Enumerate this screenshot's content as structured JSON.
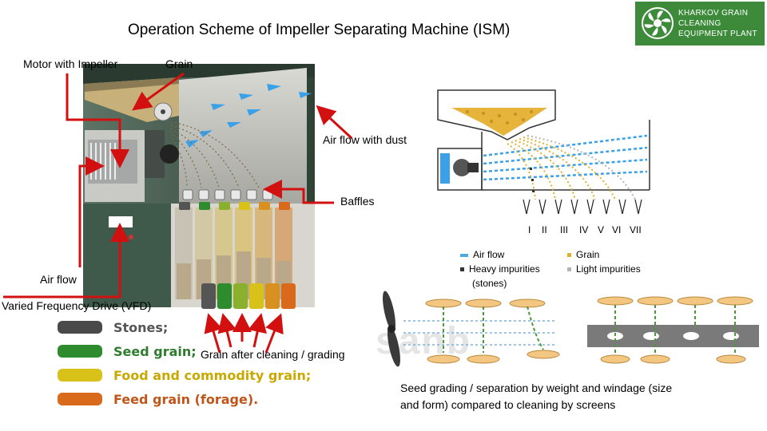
{
  "title": "Operation Scheme of Impeller Separating Machine (ISM)",
  "logo": {
    "text_lines": [
      "KHARKOV GRAIN",
      "CLEANING",
      "EQUIPMENT PLANT"
    ],
    "color": "#3d8b3a"
  },
  "callouts": {
    "motor": "Motor with Impeller",
    "grain": "Grain",
    "air_dust": "Air flow with dust",
    "baffles": "Baffles",
    "air_flow": "Air flow",
    "vfd": "Varied Frequency Drive (VFD)",
    "grain_after": "Grain after cleaning / grading"
  },
  "grain_legend": [
    {
      "label": "Stones;",
      "color": "#4a4a4a",
      "text_color": "#555555"
    },
    {
      "label": "Seed grain;",
      "color": "#2e8b2e",
      "text_color": "#2e7d2e"
    },
    {
      "label": "Food and commodity grain;",
      "color": "#d8c21a",
      "text_color": "#c9a800"
    },
    {
      "label": "Feed grain (forage).",
      "color": "#d96a1c",
      "text_color": "#c0551a"
    }
  ],
  "fractions": [
    "I",
    "II",
    "III",
    "IV",
    "V",
    "VI",
    "VII"
  ],
  "scheme_legend": [
    {
      "label": "Air flow",
      "color": "#4fa8e0"
    },
    {
      "label": "Grain",
      "color": "#e0b030"
    },
    {
      "label": "Heavy impurities",
      "label2": "(stones)",
      "color": "#333333"
    },
    {
      "label": "Light impurities",
      "color": "#b5b5b5"
    }
  ],
  "watermark": "sanb",
  "caption": [
    "Seed grading / separation by weight and windage (size",
    "and form) compared to cleaning by screens"
  ],
  "colors": {
    "arrow": "#d21010",
    "air": "#3aa0e8",
    "machine_body": "#3f5a4a",
    "hopper": "#8a8a8a"
  }
}
